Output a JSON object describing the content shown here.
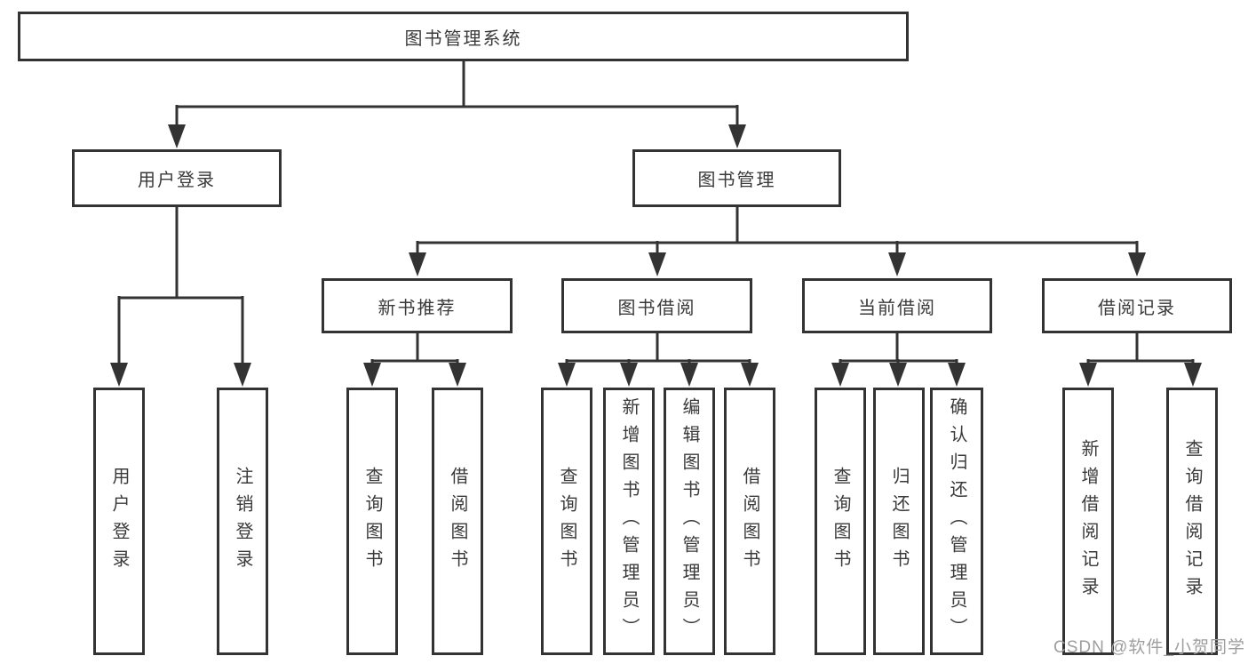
{
  "diagram": {
    "type": "functional-structure-tree",
    "tree": {
      "root": "图书管理系统",
      "branches": [
        {
          "label": "用户登录",
          "children": [
            "用户登录",
            "注销登录"
          ]
        },
        {
          "label": "图书管理",
          "groups": [
            {
              "label": "新书推荐",
              "children": [
                "查询图书",
                "借阅图书"
              ]
            },
            {
              "label": "图书借阅",
              "children": [
                "查询图书",
                "新增图书（管理员）",
                "编辑图书（管理员）",
                "借阅图书"
              ]
            },
            {
              "label": "当前借阅",
              "children": [
                "查询图书",
                "归还图书",
                "确认归还（管理员）"
              ]
            },
            {
              "label": "借阅记录",
              "children": [
                "新增借阅记录",
                "查询借阅记录"
              ]
            }
          ]
        }
      ]
    }
  },
  "watermark": "CSDN @软件_小贺同学",
  "colors": {
    "line": "#333333",
    "text": "#3a3a3a",
    "box_background": "#ffffff",
    "watermark": "#9e9e9e",
    "page_background": "#ffffff"
  }
}
